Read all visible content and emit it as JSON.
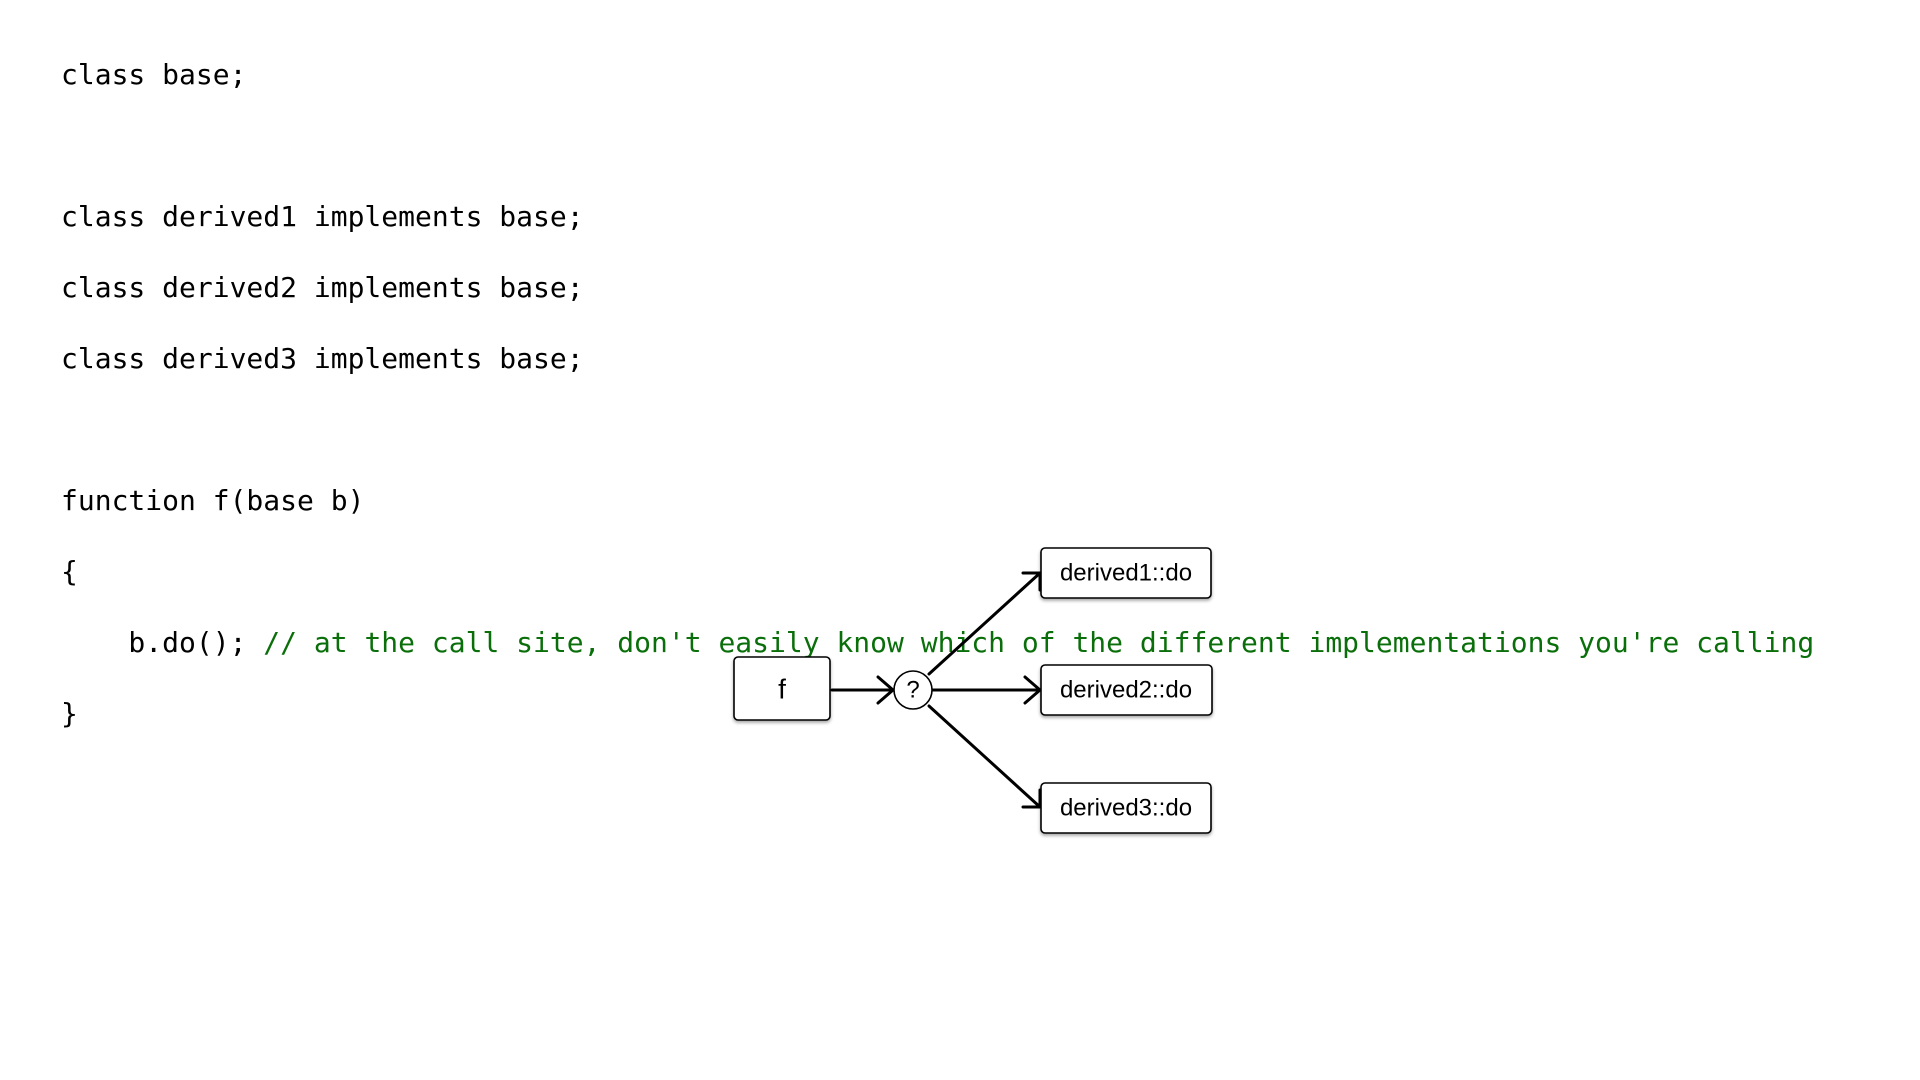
{
  "code": {
    "lines": [
      {
        "text": "class base;",
        "comment": ""
      },
      {
        "text": "",
        "comment": ""
      },
      {
        "text": "class derived1 implements base;",
        "comment": ""
      },
      {
        "text": "class derived2 implements base;",
        "comment": ""
      },
      {
        "text": "class derived3 implements base;",
        "comment": ""
      },
      {
        "text": "",
        "comment": ""
      },
      {
        "text": "function f(base b)",
        "comment": ""
      },
      {
        "text": "{",
        "comment": ""
      },
      {
        "text": "    b.do(); ",
        "comment": "// at the call site, don't easily know which of the different implementations you're calling"
      },
      {
        "text": "}",
        "comment": ""
      }
    ],
    "comment_color": "#0a6f0a"
  },
  "diagram": {
    "caller": "f",
    "dispatch": "?",
    "targets": [
      "derived1::do",
      "derived2::do",
      "derived3::do"
    ]
  }
}
